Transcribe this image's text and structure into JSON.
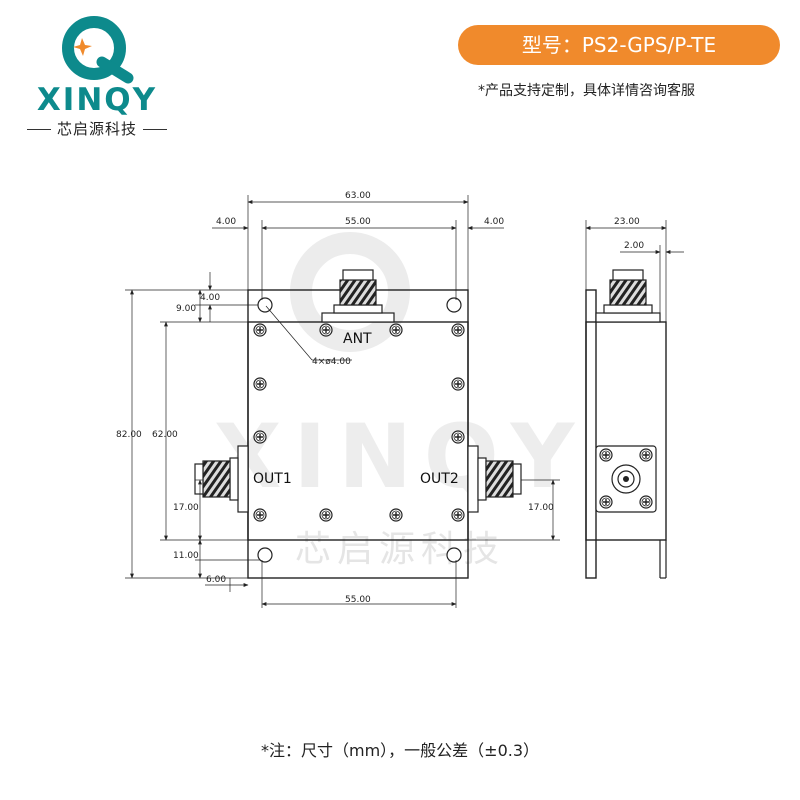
{
  "brand": {
    "name": "XINQY",
    "subtitle": "芯启源科技",
    "colors": {
      "teal": "#0d8a8c",
      "orange": "#f08a2c"
    }
  },
  "model_label": "型号：PS2-GPS/P-TE",
  "custom_note": "*产品支持定制，具体详情咨询客服",
  "footer_note": "*注：尺寸（mm），一般公差（±0.3）",
  "drawing": {
    "front_view": {
      "dims": {
        "overall_width": "63.00",
        "hole_spacing_top": "55.00",
        "left_margin": "4.00",
        "right_margin": "4.00",
        "hole_from_top_edge": "4.00",
        "connector_offset_top": "9.00",
        "hole_callout": "4×ø4.00",
        "overall_height": "82.00",
        "body_height": "62.00",
        "left_port_height": "17.00",
        "right_port_height": "17.00",
        "bottom_offset": "11.00",
        "bottom_side_offset": "6.00",
        "hole_spacing_bottom": "55.00"
      },
      "ports": {
        "top": "ANT",
        "left": "OUT1",
        "right": "OUT2"
      }
    },
    "side_view": {
      "dims": {
        "depth": "23.00",
        "flange": "2.00"
      }
    }
  }
}
